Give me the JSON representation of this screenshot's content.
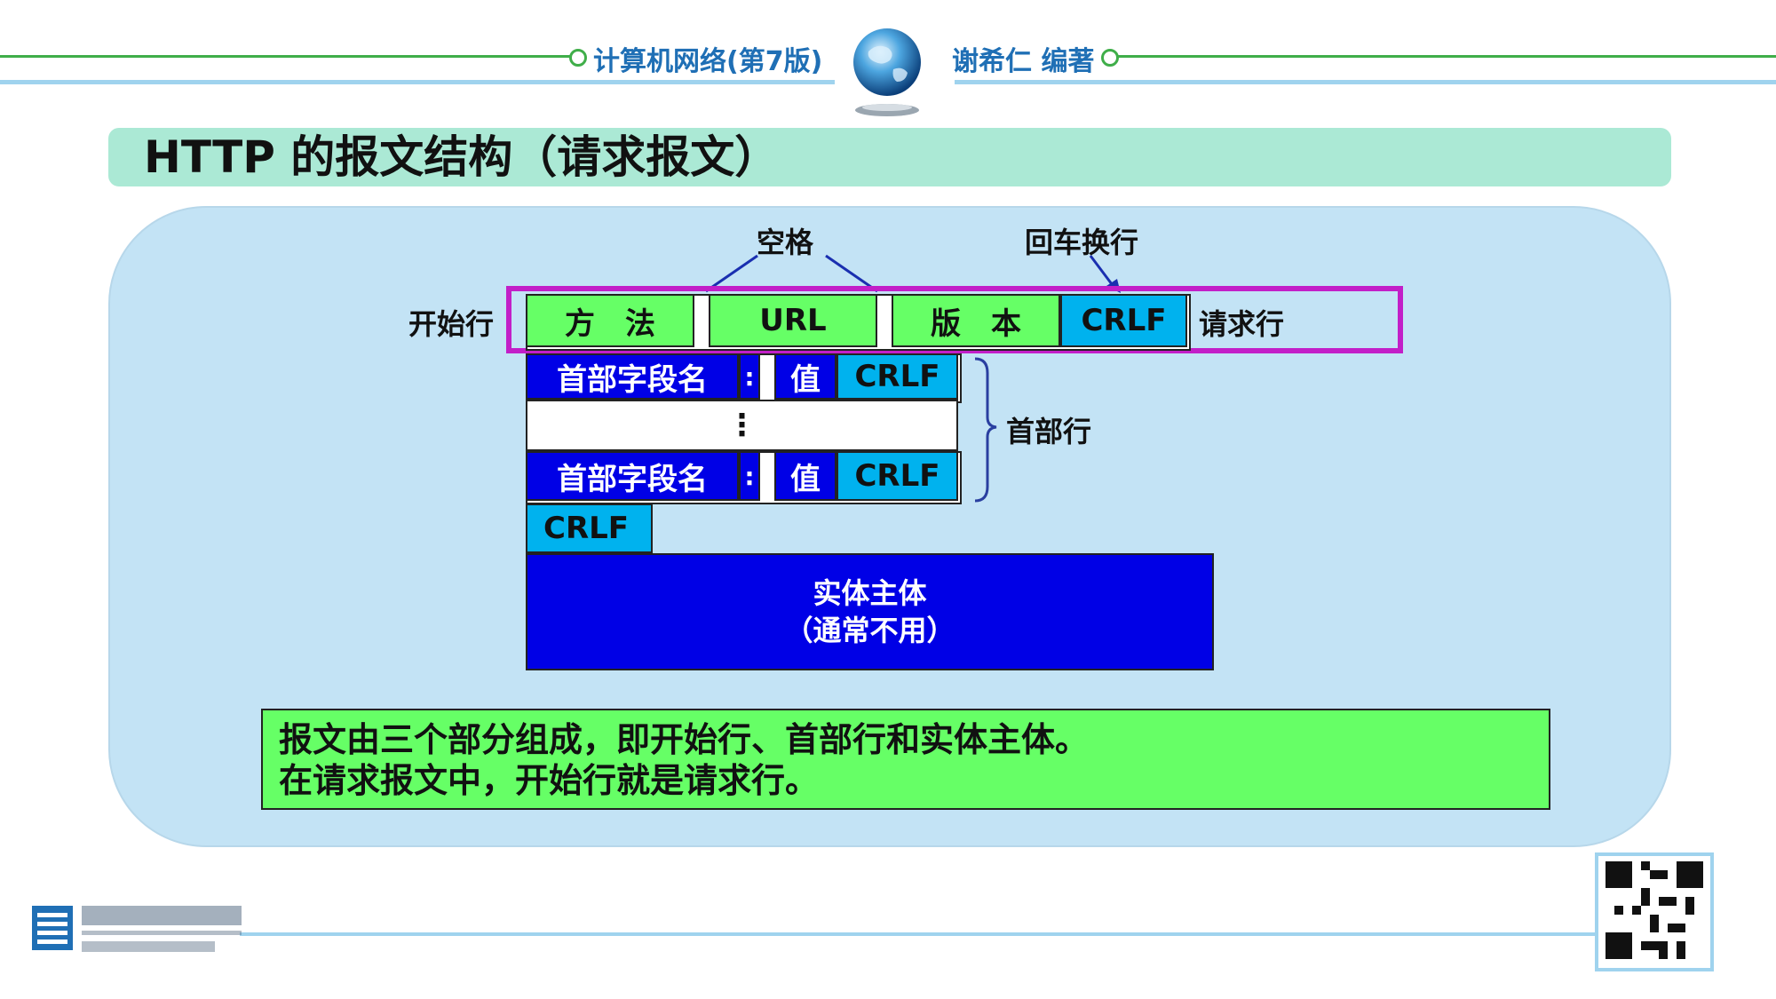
{
  "header": {
    "book_title": "计算机网络(第7版)",
    "author": "谢希仁 编著"
  },
  "slide": {
    "title": "HTTP 的报文结构（请求报文）"
  },
  "diagram": {
    "labels": {
      "space": "空格",
      "crlf_caption": "回车换行",
      "start_line": "开始行",
      "request_line": "请求行",
      "header_lines": "首部行"
    },
    "request_line": {
      "method": "方　法",
      "url": "URL",
      "version": "版　本",
      "crlf": "CRLF"
    },
    "header_row": {
      "field_name": "首部字段名",
      "colon": ":",
      "value": "值",
      "crlf": "CRLF"
    },
    "ellipsis": "⋮",
    "blank_crlf": "CRLF",
    "body": {
      "line1": "实体主体",
      "line2": "（通常不用）"
    }
  },
  "note": {
    "line1": "报文由三个部分组成，即开始行、首部行和实体主体。",
    "line2": "在请求报文中，开始行就是请求行。"
  },
  "colors": {
    "green": "#66ff66",
    "cyan": "#00b2ee",
    "blue": "#0000e6",
    "magenta": "#c21fc8",
    "title_bg": "#abe9d5",
    "panel_bg": "#c3e3f5"
  }
}
